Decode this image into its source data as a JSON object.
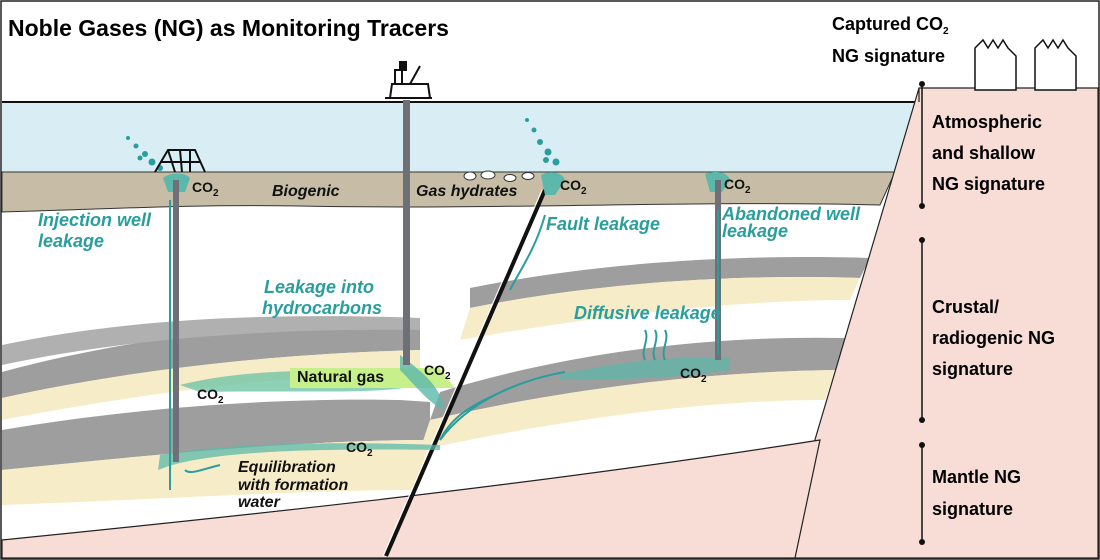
{
  "title": "Noble Gases (NG) as Monitoring Tracers",
  "top_right": {
    "line1": "Captured CO",
    "sub": "2",
    "line2": "NG signature"
  },
  "signatures": {
    "atmospheric": [
      "Atmospheric",
      "and shallow",
      "NG signature"
    ],
    "crustal": [
      "Crustal/",
      "radiogenic NG",
      "signature"
    ],
    "mantle": [
      "Mantle NG",
      "signature"
    ]
  },
  "labels": {
    "biogenic": "Biogenic",
    "gas_hydrates": "Gas hydrates",
    "injection_well": [
      "Injection well",
      "leakage"
    ],
    "fault": "Fault leakage",
    "abandoned_well": [
      "Abandoned well",
      "leakage"
    ],
    "leakage_hc": [
      "Leakage into",
      "hydrocarbons"
    ],
    "diffusive": "Diffusive leakage",
    "natural_gas": "Natural gas",
    "equilibration": [
      "Equilibration",
      "with formation",
      "water"
    ]
  },
  "co2": {
    "main": "CO",
    "sub": "2"
  },
  "colors": {
    "sea": "#d8eef4",
    "sediment": "#c7bda6",
    "grey_layer": "#9a9a9a",
    "sand_layer": "#f7ecc8",
    "mantle": "#f7ddd6",
    "teal": "#2a9d9d",
    "plume": "#5bb8aa",
    "gas": "#c8f08a",
    "well": "#6f6f78"
  }
}
